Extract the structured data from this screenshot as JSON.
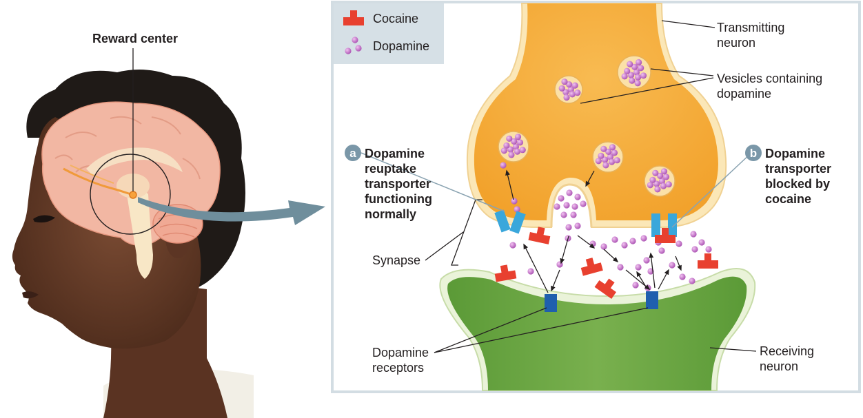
{
  "left_panel": {
    "reward_center_label": "Reward center"
  },
  "legend": {
    "cocaine_label": "Cocaine",
    "dopamine_label": "Dopamine"
  },
  "labels": {
    "transmitting_neuron": [
      "Transmitting",
      "neuron"
    ],
    "vesicles": [
      "Vesicles containing",
      "dopamine"
    ],
    "synapse": "Synapse",
    "dopamine_receptors": [
      "Dopamine",
      "receptors"
    ],
    "receiving_neuron": [
      "Receiving",
      "neuron"
    ]
  },
  "callouts": {
    "a": {
      "badge": "a",
      "lines": [
        "Dopamine",
        "reuptake",
        "transporter",
        "functioning",
        "normally"
      ]
    },
    "b": {
      "badge": "b",
      "lines": [
        "Dopamine",
        "transporter",
        "blocked by",
        "cocaine"
      ]
    }
  },
  "colors": {
    "transmitting_neuron": "#f6ad3c",
    "receiving_neuron": "#6ea746",
    "cocaine": "#e8402f",
    "dopamine": "#c86ac8",
    "transporter": "#3aa7db",
    "receptor": "#1f5fae",
    "badge": "#7a97a8",
    "panel_border": "#d3dde3"
  }
}
